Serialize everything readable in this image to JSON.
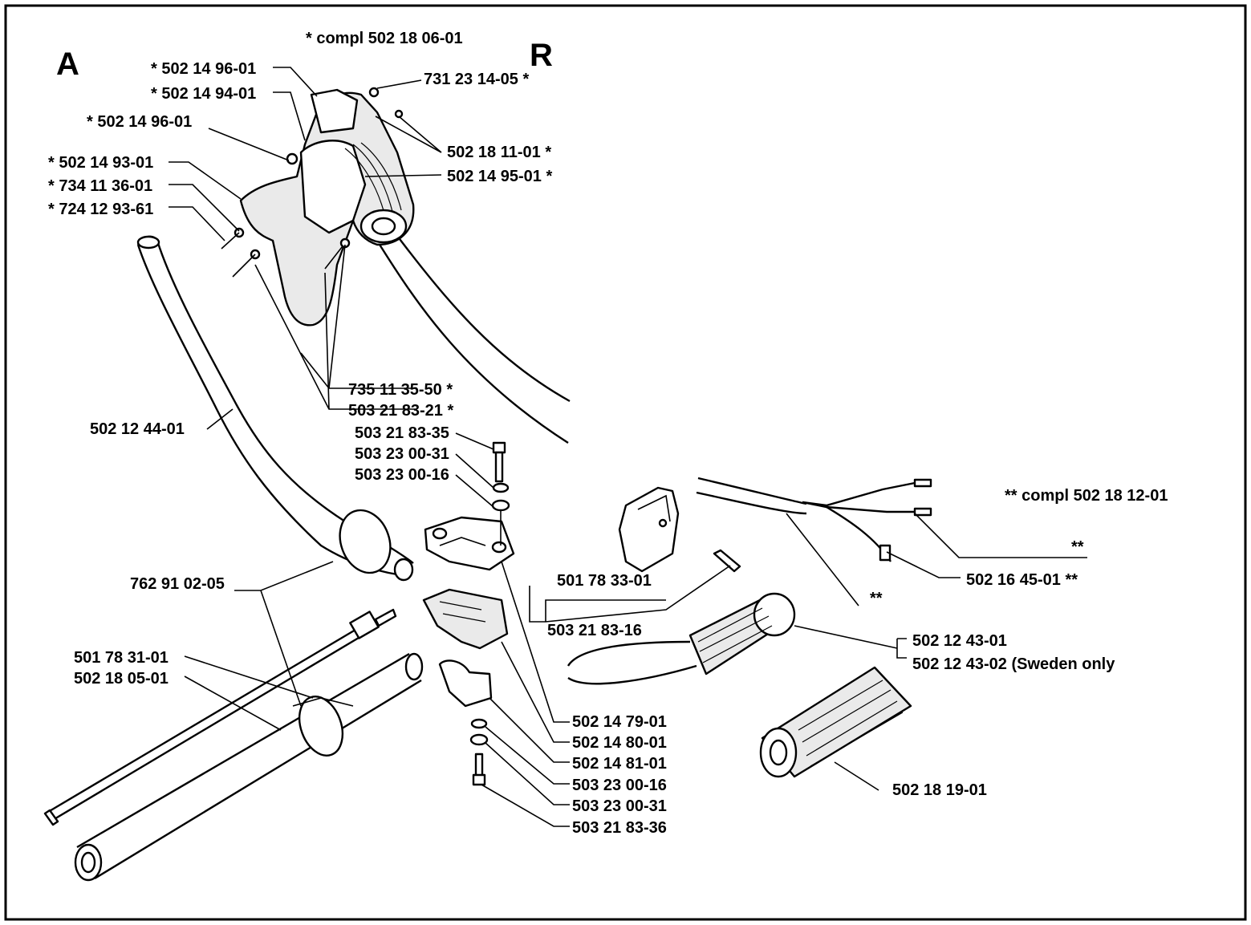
{
  "section_labels": {
    "left": "A",
    "right": "R"
  },
  "labels": {
    "compl_502_18_06_01": "* compl 502 18 06-01",
    "p502_14_96_01_a": "* 502 14 96-01",
    "p502_14_94_01": "* 502 14 94-01",
    "p502_14_96_01_b": "* 502 14 96-01",
    "p502_14_93_01": "* 502 14 93-01",
    "p734_11_36_01": "* 734 11 36-01",
    "p724_12_93_61": "* 724 12 93-61",
    "p731_23_14_05": "731 23 14-05 *",
    "p502_18_11_01": "502 18 11-01 *",
    "p502_14_95_01": "502 14 95-01 *",
    "p735_11_35_50": "735 11 35-50 *",
    "p503_21_83_21": "503 21 83-21 *",
    "p502_12_44_01": "502 12 44-01",
    "p503_21_83_35": "503 21 83-35",
    "p503_23_00_31_top": "503 23 00-31",
    "p503_23_00_16_top": "503 23 00-16",
    "compl_502_18_12_01": "** compl 502 18 12-01",
    "double_star_a": "**",
    "double_star_b": "**",
    "p502_16_45_01": "502 16 45-01 **",
    "p762_91_02_05": "762 91 02-05",
    "p501_78_33_01": "501 78 33-01",
    "p503_21_83_16": "503 21 83-16",
    "p502_12_43_01": "502 12 43-01",
    "p502_12_43_02": "502 12 43-02 (Sweden only",
    "p501_78_31_01": "501 78 31-01",
    "p502_18_05_01": "502 18 05-01",
    "p502_14_79_01": "502 14 79-01",
    "p502_14_80_01": "502 14 80-01",
    "p502_14_81_01": "502 14 81-01",
    "p503_23_00_16_bot": "503 23 00-16",
    "p503_23_00_31_bot": "503 23 00-31",
    "p503_21_83_36": "503 21 83-36",
    "p502_18_19_01": "502 18 19-01"
  }
}
